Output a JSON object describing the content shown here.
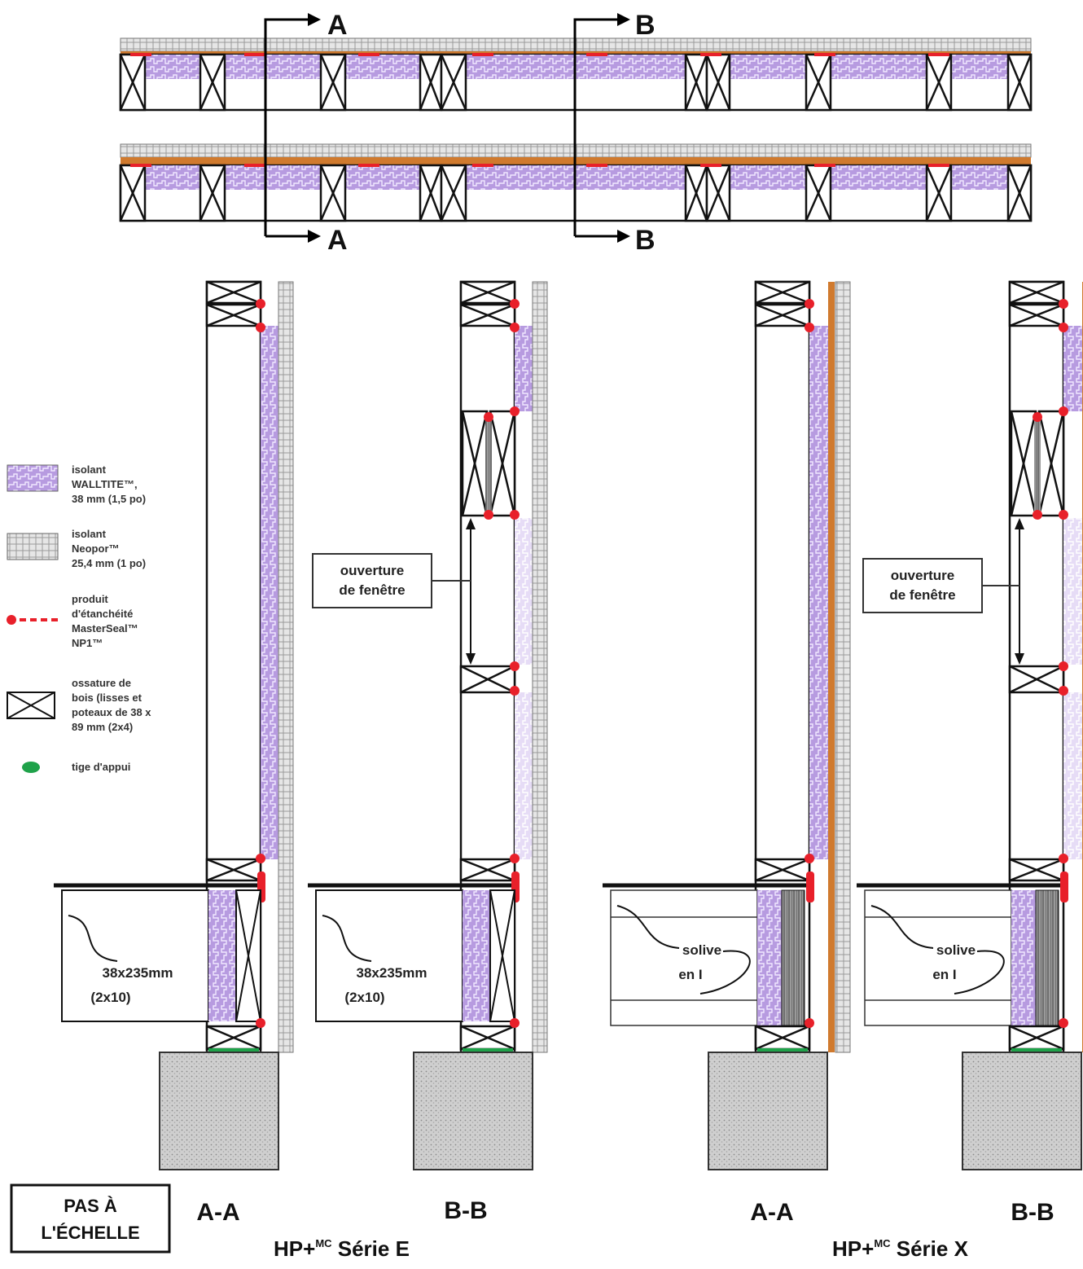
{
  "section_markers": {
    "a_top": "A",
    "a_bottom": "A",
    "b_top": "B",
    "b_bottom": "B"
  },
  "legend": {
    "walltite_line1": "isolant",
    "walltite_line2": "WALLTITE™,",
    "walltite_line3": "38 mm (1,5 po)",
    "neopor_line1": "isolant",
    "neopor_line2": "Neopor™",
    "neopor_line3": "25,4 mm (1 po)",
    "sealant_line1": "produit",
    "sealant_line2": "d'étanchéité",
    "sealant_line3": "MasterSeal™",
    "sealant_line4": "NP1™",
    "framing_line1": "ossature de",
    "framing_line2": "bois (lisses et",
    "framing_line3": "poteaux de 38 x",
    "framing_line4": "89 mm (2x4)",
    "backer_rod": "tige d'appui"
  },
  "sections": [
    {
      "label": "A-A",
      "joist_line1": "38x235mm",
      "joist_line2": "(2x10)"
    },
    {
      "label": "B-B",
      "joist_line1": "38x235mm",
      "joist_line2": "(2x10)",
      "window_line1": "ouverture",
      "window_line2": "de fenêtre"
    },
    {
      "label": "A-A",
      "joist_line1": "solive",
      "joist_line2": "en I"
    },
    {
      "label": "B-B",
      "joist_line1": "solive",
      "joist_line2": "en I",
      "window_line1": "ouverture",
      "window_line2": "de fenêtre"
    }
  ],
  "series": {
    "e_label": "HP+",
    "e_sup": "MC",
    "e_suffix": " Série E",
    "x_label": "HP+",
    "x_sup": "MC",
    "x_suffix": " Série X"
  },
  "scale_note": {
    "line1": "PAS À",
    "line2": "L'ÉCHELLE"
  },
  "colors": {
    "walltite": "#b79be0",
    "sealant": "#e8202a",
    "neopor": "#d9d9d9",
    "osb": "#d07a2e",
    "backer_rod": "#1fa24a",
    "concrete": "#cfcfcf"
  }
}
